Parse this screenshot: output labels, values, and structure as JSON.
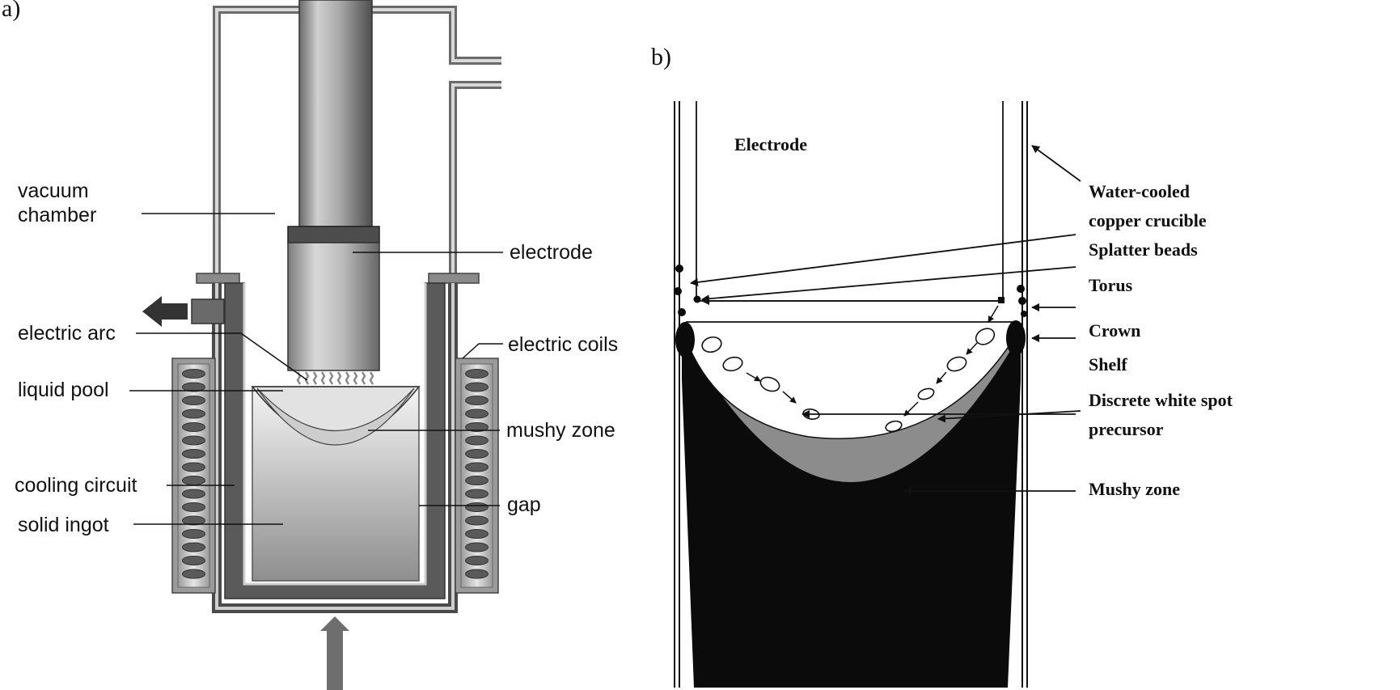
{
  "panels": {
    "a": {
      "label": "a)",
      "labels": {
        "vacuum_chamber_line1": "vacuum",
        "vacuum_chamber_line2": "chamber",
        "electrode": "electrode",
        "electric_arc": "electric arc",
        "electric_coils": "electric coils",
        "liquid_pool": "liquid pool",
        "mushy_zone": "mushy zone",
        "cooling_circuit": "cooling circuit",
        "gap": "gap",
        "solid_ingot": "solid ingot"
      }
    },
    "b": {
      "label": "b)",
      "labels": {
        "electrode": "Electrode",
        "water_cooled_line1": "Water-cooled",
        "water_cooled_line2": "copper crucible",
        "splatter_beads": "Splatter beads",
        "torus": "Torus",
        "crown": "Crown",
        "shelf": "Shelf",
        "white_spot_line1": "Discrete white spot",
        "white_spot_line2": "precursor",
        "mushy_zone": "Mushy zone"
      }
    }
  },
  "colors": {
    "line": "#111111",
    "wall_dark": "#555555",
    "ingot_dark_b": "#0b0b0b",
    "mushy_b": "#8c8c8c"
  }
}
